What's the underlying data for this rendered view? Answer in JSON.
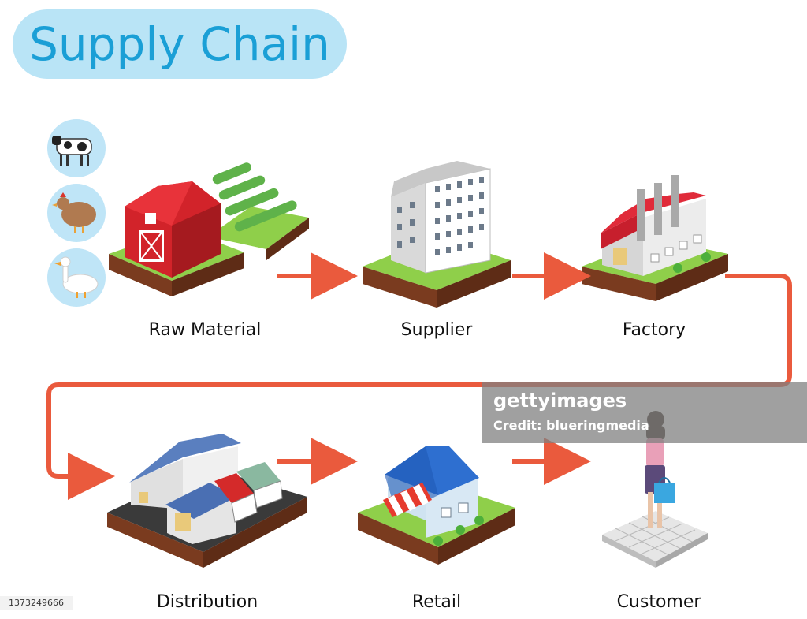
{
  "title": "Supply Chain",
  "stages": [
    {
      "label": "Raw Material"
    },
    {
      "label": "Supplier"
    },
    {
      "label": "Factory"
    },
    {
      "label": "Distribution"
    },
    {
      "label": "Retail"
    },
    {
      "label": "Customer"
    }
  ],
  "watermark": {
    "line1": "gettyimages",
    "line2": "Credit: blueringmedia"
  },
  "stock_id": "1373249666",
  "colors": {
    "title_bg": "#b9e4f6",
    "title_text": "#1a9fd6",
    "arrow": "#ea5a3d",
    "grass": "#8fcf4a",
    "soil": "#7a3b1f"
  }
}
